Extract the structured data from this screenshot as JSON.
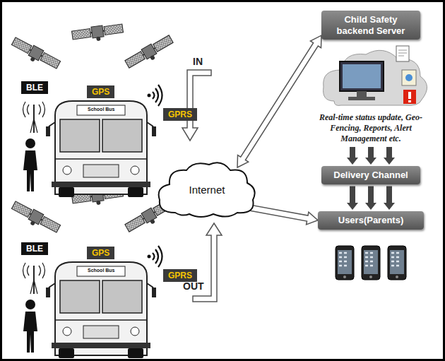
{
  "diagram": {
    "nodes": [
      {
        "text": [
          "Child Safety backend Server"
        ]
      },
      {
        "text": [
          "Internet"
        ]
      },
      {
        "text": [
          "Delivery Channel"
        ]
      },
      {
        "text": [
          "Users(Parents)"
        ]
      },
      {
        "text": [
          "GPS"
        ]
      },
      {
        "text": [
          "BLE"
        ]
      },
      {
        "text": [
          "GPRS"
        ]
      },
      {
        "text": [
          "GPS"
        ]
      },
      {
        "text": [
          "BLE"
        ]
      },
      {
        "text": [
          "GPRS"
        ]
      }
    ],
    "edges": [
      {
        "from": 1,
        "to": 0,
        "arrow": "both"
      },
      {
        "from": 1,
        "to": 3,
        "arrow": "to"
      },
      {
        "from": 0,
        "to": 2,
        "arrow": "to"
      },
      {
        "from": 2,
        "to": 3,
        "arrow": "to"
      }
    ],
    "labels": [
      "IN",
      "OUT",
      "School Bus",
      "School Bus",
      "Real-time status update, Geo-Fencing, Reports, Alert Management etc."
    ]
  }
}
